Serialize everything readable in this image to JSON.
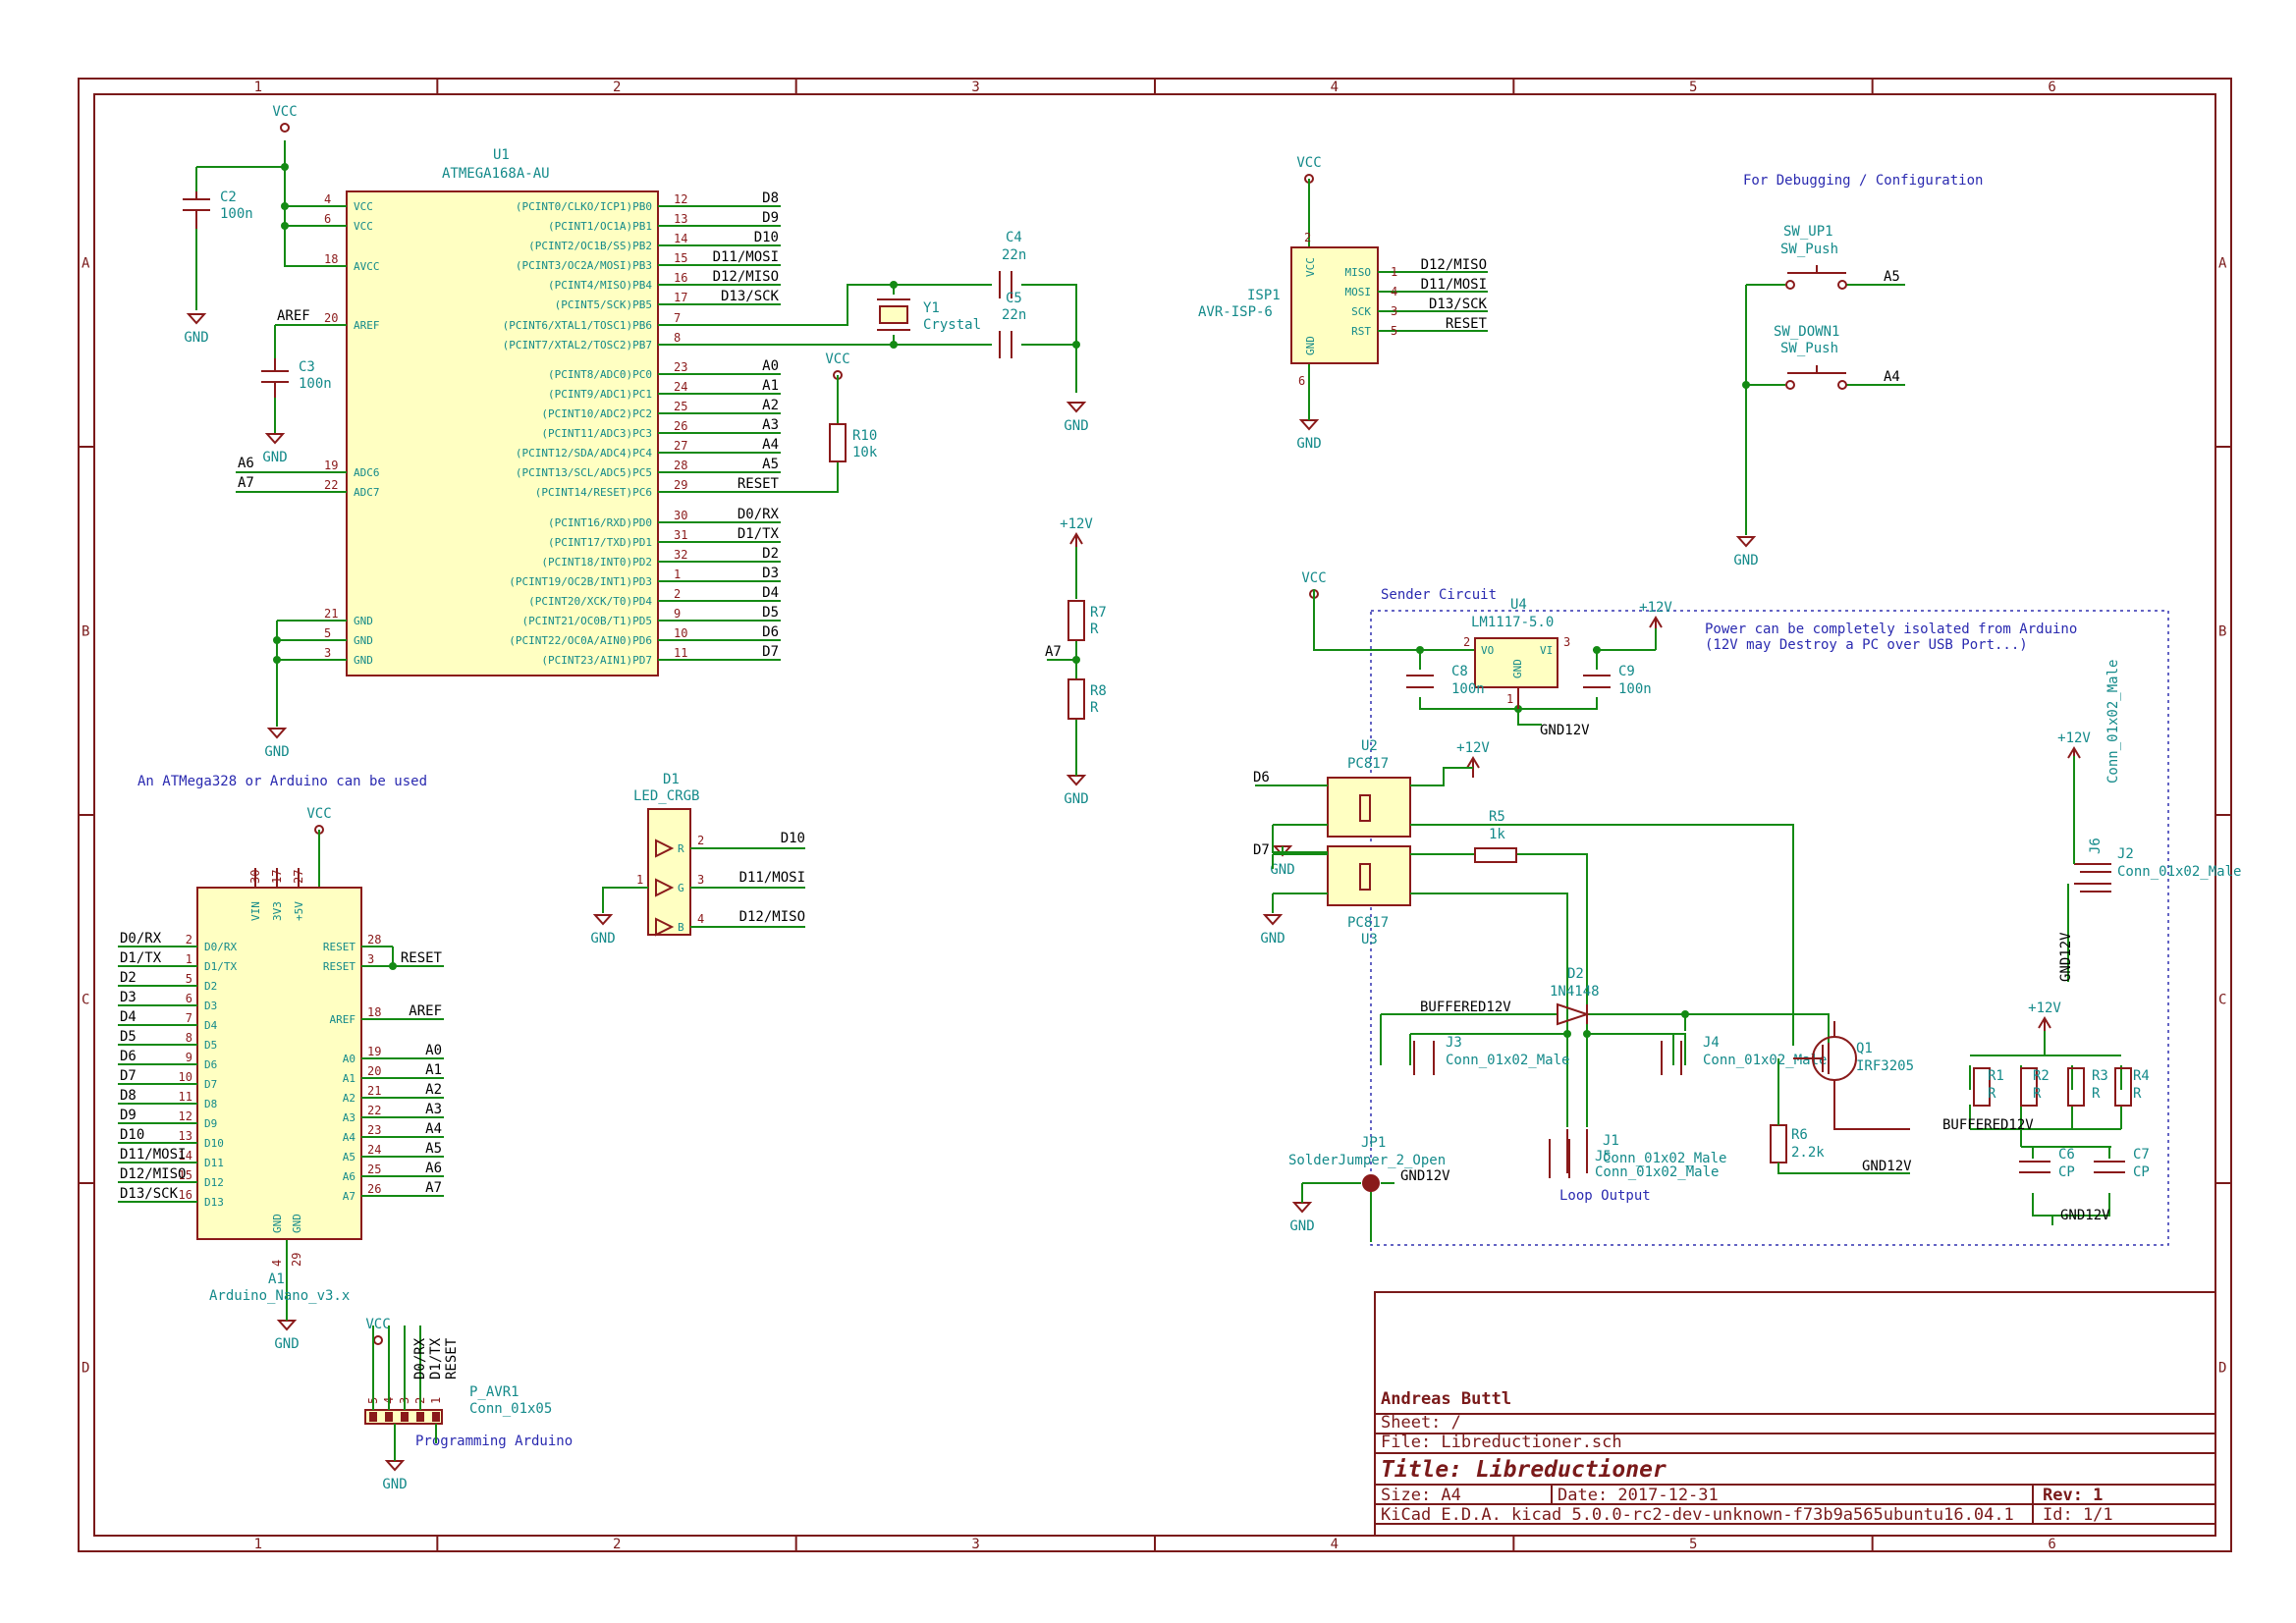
{
  "frame": {
    "columns": [
      "1",
      "2",
      "3",
      "4",
      "5",
      "6"
    ],
    "rows": [
      "A",
      "B",
      "C",
      "D"
    ]
  },
  "notes": {
    "debug": "For Debugging / Configuration",
    "atmega": "An ATMega328 or Arduino can be used",
    "sender": "Sender Circuit",
    "power1": "Power can be completely isolated from Arduino",
    "power2": "(12V may Destroy a PC over USB Port...)",
    "prog": "Programming Arduino",
    "loop": "Loop Output"
  },
  "u1": {
    "ref": "U1",
    "value": "ATMEGA168A-AU",
    "left_pins": [
      {
        "num": "4",
        "name": "VCC"
      },
      {
        "num": "6",
        "name": "VCC"
      },
      {
        "num": "18",
        "name": "AVCC"
      },
      {
        "num": "20",
        "name": "AREF"
      },
      {
        "num": "19",
        "name": "ADC6"
      },
      {
        "num": "22",
        "name": "ADC7"
      },
      {
        "num": "21",
        "name": "GND"
      },
      {
        "num": "5",
        "name": "GND"
      },
      {
        "num": "3",
        "name": "GND"
      }
    ],
    "right_pins": [
      {
        "num": "12",
        "name": "(PCINT0/CLKO/ICP1)PB0",
        "net": "D8"
      },
      {
        "num": "13",
        "name": "(PCINT1/OC1A)PB1",
        "net": "D9"
      },
      {
        "num": "14",
        "name": "(PCINT2/OC1B/SS)PB2",
        "net": "D10"
      },
      {
        "num": "15",
        "name": "(PCINT3/OC2A/MOSI)PB3",
        "net": "D11/MOSI"
      },
      {
        "num": "16",
        "name": "(PCINT4/MISO)PB4",
        "net": "D12/MISO"
      },
      {
        "num": "17",
        "name": "(PCINT5/SCK)PB5",
        "net": "D13/SCK"
      },
      {
        "num": "7",
        "name": "(PCINT6/XTAL1/TOSC1)PB6",
        "net": ""
      },
      {
        "num": "8",
        "name": "(PCINT7/XTAL2/TOSC2)PB7",
        "net": ""
      },
      {
        "num": "23",
        "name": "(PCINT8/ADC0)PC0",
        "net": "A0"
      },
      {
        "num": "24",
        "name": "(PCINT9/ADC1)PC1",
        "net": "A1"
      },
      {
        "num": "25",
        "name": "(PCINT10/ADC2)PC2",
        "net": "A2"
      },
      {
        "num": "26",
        "name": "(PCINT11/ADC3)PC3",
        "net": "A3"
      },
      {
        "num": "27",
        "name": "(PCINT12/SDA/ADC4)PC4",
        "net": "A4"
      },
      {
        "num": "28",
        "name": "(PCINT13/SCL/ADC5)PC5",
        "net": "A5"
      },
      {
        "num": "29",
        "name": "(PCINT14/RESET)PC6",
        "net": "RESET"
      },
      {
        "num": "30",
        "name": "(PCINT16/RXD)PD0",
        "net": "D0/RX"
      },
      {
        "num": "31",
        "name": "(PCINT17/TXD)PD1",
        "net": "D1/TX"
      },
      {
        "num": "32",
        "name": "(PCINT18/INT0)PD2",
        "net": "D2"
      },
      {
        "num": "1",
        "name": "(PCINT19/OC2B/INT1)PD3",
        "net": "D3"
      },
      {
        "num": "2",
        "name": "(PCINT20/XCK/T0)PD4",
        "net": "D4"
      },
      {
        "num": "9",
        "name": "(PCINT21/OC0B/T1)PD5",
        "net": "D5"
      },
      {
        "num": "10",
        "name": "(PCINT22/OC0A/AIN0)PD6",
        "net": "D6"
      },
      {
        "num": "11",
        "name": "(PCINT23/AIN1)PD7",
        "net": "D7"
      }
    ],
    "left_nets": {
      "aref": "AREF",
      "a6": "A6",
      "a7": "A7"
    }
  },
  "a1": {
    "ref": "A1",
    "value": "Arduino_Nano_v3.x",
    "top_pins": [
      {
        "num": "30",
        "name": "VIN"
      },
      {
        "num": "17",
        "name": "3V3"
      },
      {
        "num": "27",
        "name": "+5V"
      }
    ],
    "bottom_pins": [
      {
        "num": "4",
        "name": "GND"
      },
      {
        "num": "29",
        "name": "GND"
      }
    ],
    "left_pins": [
      {
        "num": "2",
        "name": "D0/RX",
        "net": "D0/RX"
      },
      {
        "num": "1",
        "name": "D1/TX",
        "net": "D1/TX"
      },
      {
        "num": "5",
        "name": "D2",
        "net": "D2"
      },
      {
        "num": "6",
        "name": "D3",
        "net": "D3"
      },
      {
        "num": "7",
        "name": "D4",
        "net": "D4"
      },
      {
        "num": "8",
        "name": "D5",
        "net": "D5"
      },
      {
        "num": "9",
        "name": "D6",
        "net": "D6"
      },
      {
        "num": "10",
        "name": "D7",
        "net": "D7"
      },
      {
        "num": "11",
        "name": "D8",
        "net": "D8"
      },
      {
        "num": "12",
        "name": "D9",
        "net": "D9"
      },
      {
        "num": "13",
        "name": "D10",
        "net": "D10"
      },
      {
        "num": "14",
        "name": "D11",
        "net": "D11/MOSI"
      },
      {
        "num": "15",
        "name": "D12",
        "net": "D12/MISO"
      },
      {
        "num": "16",
        "name": "D13",
        "net": "D13/SCK"
      }
    ],
    "right_pins": [
      {
        "num": "28",
        "name": "RESET",
        "net": ""
      },
      {
        "num": "3",
        "name": "RESET",
        "net": "RESET"
      },
      {
        "num": "18",
        "name": "AREF",
        "net": "AREF"
      },
      {
        "num": "19",
        "name": "A0",
        "net": "A0"
      },
      {
        "num": "20",
        "name": "A1",
        "net": "A1"
      },
      {
        "num": "21",
        "name": "A2",
        "net": "A2"
      },
      {
        "num": "22",
        "name": "A3",
        "net": "A3"
      },
      {
        "num": "23",
        "name": "A4",
        "net": "A4"
      },
      {
        "num": "24",
        "name": "A5",
        "net": "A5"
      },
      {
        "num": "25",
        "name": "A6",
        "net": "A6"
      },
      {
        "num": "26",
        "name": "A7",
        "net": "A7"
      }
    ]
  },
  "components": {
    "c2": {
      "ref": "C2",
      "value": "100n"
    },
    "c3": {
      "ref": "C3",
      "value": "100n"
    },
    "c4": {
      "ref": "C4",
      "value": "22n"
    },
    "c5": {
      "ref": "C5",
      "value": "22n"
    },
    "y1": {
      "ref": "Y1",
      "value": "Crystal"
    },
    "r10": {
      "ref": "R10",
      "value": "10k"
    },
    "r7": {
      "ref": "R7",
      "value": "R"
    },
    "r8": {
      "ref": "R8",
      "value": "R"
    },
    "d1": {
      "ref": "D1",
      "value": "LED_CRGB",
      "pins": [
        "2",
        "3",
        "1",
        "4"
      ],
      "letters": [
        "R",
        "G",
        "B"
      ]
    },
    "isp1": {
      "ref": "ISP1",
      "value": "AVR-ISP-6",
      "left": [
        "VCC",
        "GND"
      ],
      "left_nums": [
        "2",
        "6"
      ],
      "right": [
        {
          "num": "1",
          "name": "MISO",
          "net": "D12/MISO"
        },
        {
          "num": "4",
          "name": "MOSI",
          "net": "D11/MOSI"
        },
        {
          "num": "3",
          "name": "SCK",
          "net": "D13/SCK"
        },
        {
          "num": "5",
          "name": "RST",
          "net": "RESET"
        }
      ]
    },
    "sw_up": {
      "ref": "SW_UP1",
      "value": "SW_Push",
      "net": "A5"
    },
    "sw_down": {
      "ref": "SW_DOWN1",
      "value": "SW_Push",
      "net": "A4"
    },
    "u4": {
      "ref": "U4",
      "value": "LM1117-5.0",
      "vo": "VO",
      "vi": "VI",
      "gnd": "GND",
      "pin1": "1",
      "pin2": "2",
      "pin3": "3"
    },
    "c8": {
      "ref": "C8",
      "value": "100n"
    },
    "c9": {
      "ref": "C9",
      "value": "100n"
    },
    "u2": {
      "ref": "U2",
      "value": "PC817"
    },
    "u3": {
      "ref": "U3",
      "value": "PC817"
    },
    "r5": {
      "ref": "R5",
      "value": "1k"
    },
    "d2": {
      "ref": "D2",
      "value": "1N4148"
    },
    "q1": {
      "ref": "Q1",
      "value": "IRF3205"
    },
    "r6": {
      "ref": "R6",
      "value": "2.2k"
    },
    "j1": {
      "ref": "J1",
      "value": "Conn_01x02_Male"
    },
    "j2": {
      "ref": "J2",
      "value": "Conn_01x02_Male"
    },
    "j3": {
      "ref": "J3",
      "value": "Conn_01x02_Male"
    },
    "j4": {
      "ref": "J4",
      "value": "Conn_01x02_Male"
    },
    "j5": {
      "ref": "J5",
      "value": "Conn_01x02_Male"
    },
    "j6": {
      "ref": "J6",
      "value": "Conn_01x02_Male"
    },
    "jp1": {
      "ref": "JP1",
      "value": "SolderJumper_2_Open"
    },
    "r1": {
      "ref": "R1",
      "value": "R"
    },
    "r2": {
      "ref": "R2",
      "value": "R"
    },
    "r3": {
      "ref": "R3",
      "value": "R"
    },
    "r4": {
      "ref": "R4",
      "value": "R"
    },
    "c6": {
      "ref": "C6",
      "value": "CP"
    },
    "c7": {
      "ref": "C7",
      "value": "CP"
    },
    "p_avr1": {
      "ref": "P_AVR1",
      "value": "Conn_01x05",
      "pins": [
        "5",
        "4",
        "3",
        "2",
        "1"
      ],
      "nets": [
        "VCC",
        "D0/RX",
        "D1/TX",
        "RESET"
      ]
    }
  },
  "nets": {
    "vcc": "VCC",
    "gnd": "GND",
    "p12": "+12V",
    "gnd12": "GND12V",
    "buf12": "BUFFERED12V",
    "d6": "D6",
    "d7": "D7",
    "a7": "A7"
  },
  "title_block": {
    "company": "Andreas Buttl",
    "sheet": "Sheet: /",
    "file": "File: Libreductioner.sch",
    "title": "Title: Libreductioner",
    "size": "Size: A4",
    "date": "Date: 2017-12-31",
    "rev": "Rev: 1",
    "tool": "KiCad E.D.A.  kicad 5.0.0-rc2-dev-unknown-f73b9a565ubuntu16.04.1",
    "id": "Id: 1/1"
  }
}
